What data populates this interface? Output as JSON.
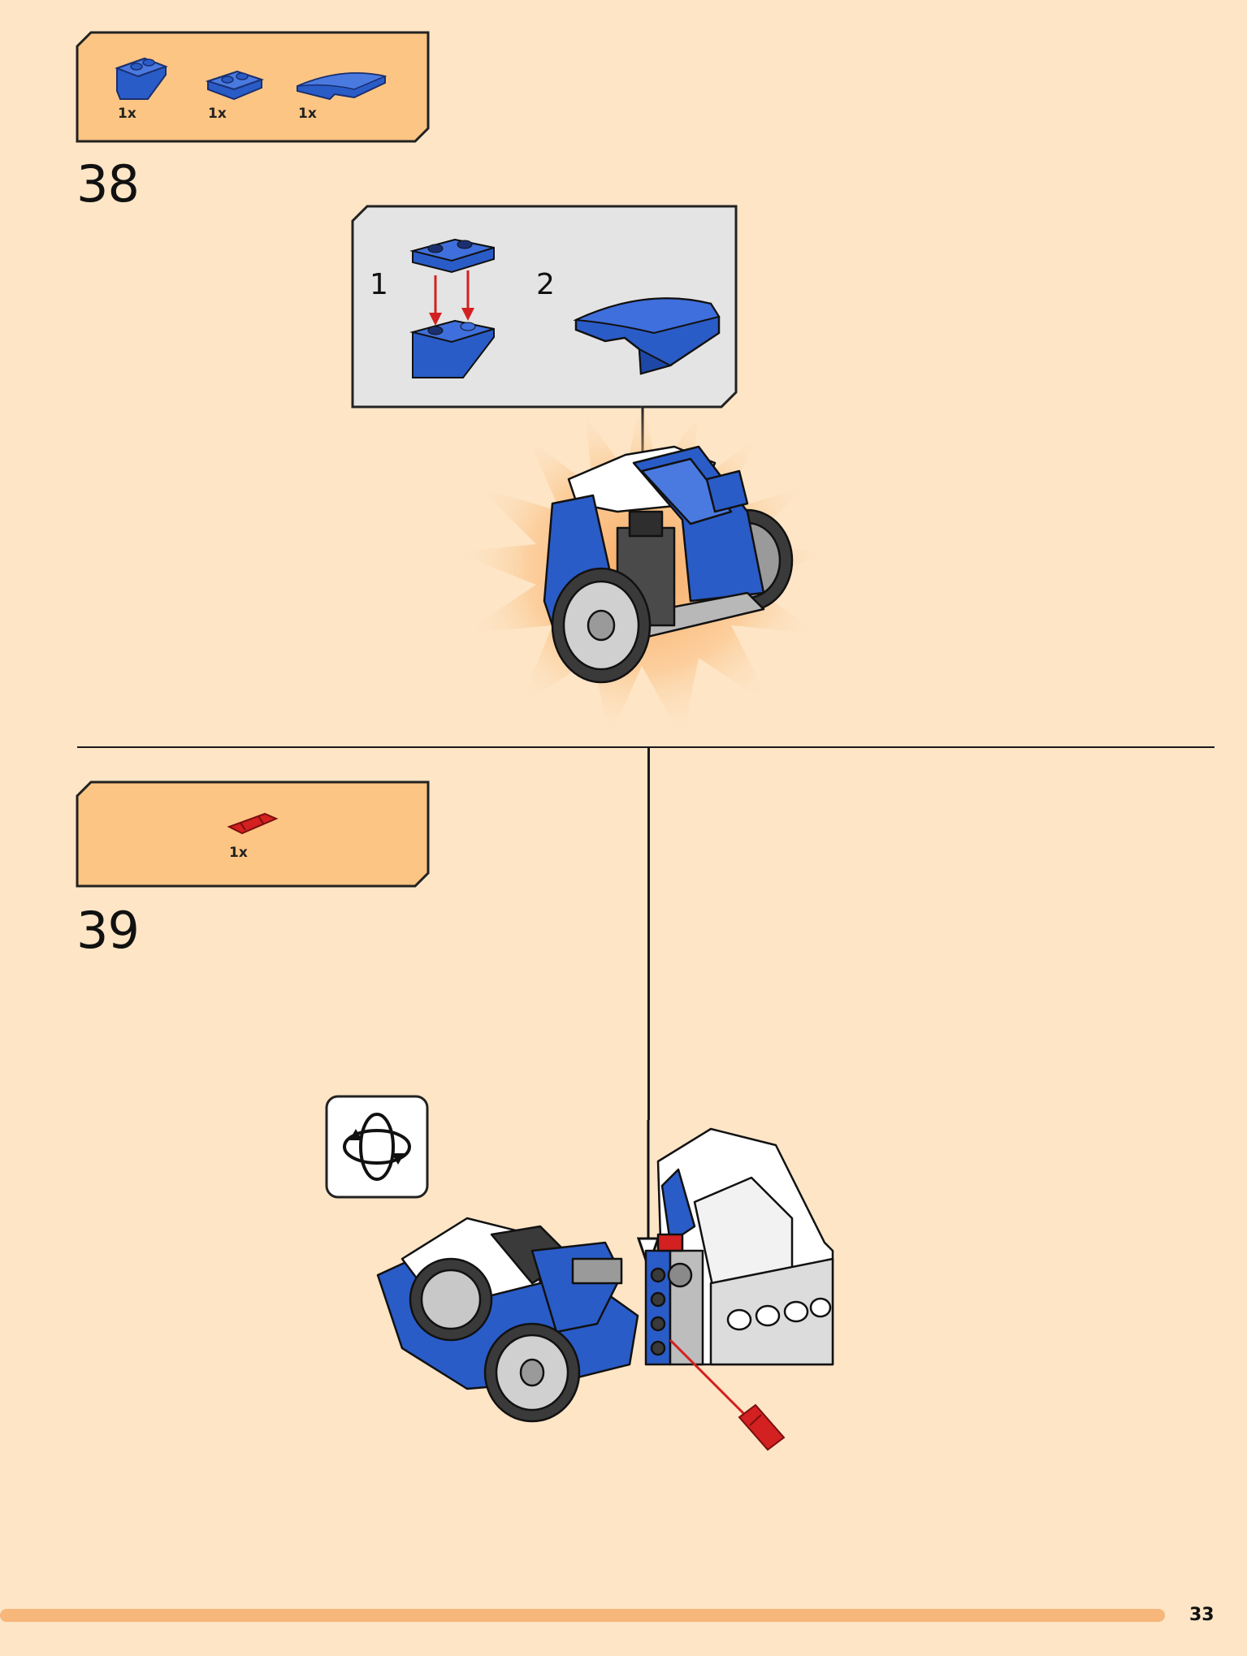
{
  "step38": {
    "number": "38",
    "parts": [
      {
        "qty": "1x",
        "icon": "blue-inverted-slope-brick-icon"
      },
      {
        "qty": "1x",
        "icon": "blue-plate-1x2-icon"
      },
      {
        "qty": "1x",
        "icon": "blue-curved-slope-icon"
      }
    ],
    "substeps": [
      {
        "number": "1"
      },
      {
        "number": "2"
      }
    ]
  },
  "step39": {
    "number": "39",
    "parts": [
      {
        "qty": "1x",
        "icon": "red-axle-pin-icon"
      }
    ],
    "rotate_icon": "rotate-model-icon"
  },
  "page_number": "33",
  "colors": {
    "background": "#fde5c6",
    "parts_box": "#fdc583",
    "callout": "#e4e4e4",
    "blue": "#2a5cc8",
    "red": "#d32020",
    "progress_bar": "#f7b77a"
  }
}
